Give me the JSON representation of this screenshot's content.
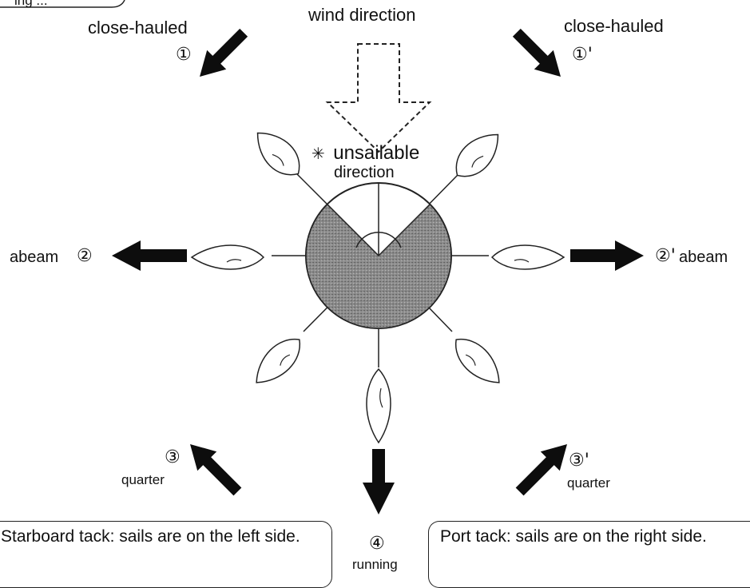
{
  "header_fragment": "ing ...",
  "wind": {
    "label": "wind direction"
  },
  "unsailable": {
    "mark": "✳",
    "line1": "unsailable",
    "line2": "direction"
  },
  "points": {
    "close_hauled_left": {
      "name": "close-hauled",
      "number": "①"
    },
    "close_hauled_right": {
      "name": "close-hauled",
      "number": "①'"
    },
    "abeam_left": {
      "name": "abeam",
      "number": "②"
    },
    "abeam_right": {
      "name": "abeam",
      "number": "②'"
    },
    "quarter_left": {
      "name": "quarter",
      "number": "③"
    },
    "quarter_right": {
      "name": "quarter",
      "number": "③'"
    },
    "running": {
      "name": "running",
      "number": "④"
    }
  },
  "notes": {
    "starboard": "Starboard tack: sails are on the left side.",
    "port": "Port tack: sails are on the right side."
  },
  "colors": {
    "ink": "#111111",
    "arrow": "#0d0d0d",
    "sector": "#8a8a8a"
  }
}
